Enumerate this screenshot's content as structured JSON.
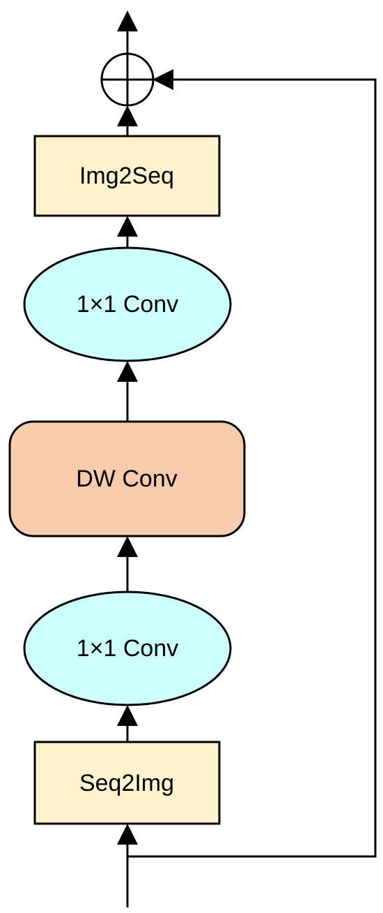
{
  "nodes": {
    "img2seq": {
      "label": "Img2Seq"
    },
    "conv1x1_top": {
      "label": "1×1 Conv"
    },
    "dw_conv": {
      "label": "DW Conv"
    },
    "conv1x1_bottom": {
      "label": "1×1 Conv"
    },
    "seq2img": {
      "label": "Seq2Img"
    }
  },
  "colors": {
    "rect_fill": "#FFF2CC",
    "ellipse_fill": "#CCFFFF",
    "rounded_fill": "#F8CBAD",
    "line": "#000000",
    "background": "#FFFFFF"
  }
}
